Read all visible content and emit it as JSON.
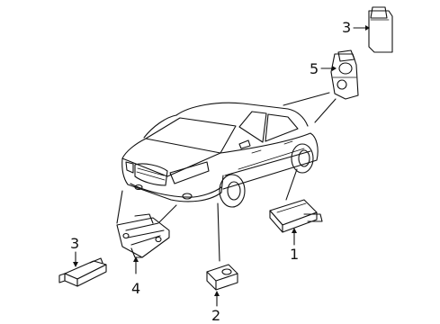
{
  "callouts": {
    "c1": "1",
    "c2": "2",
    "c3_top": "3",
    "c3_left": "3",
    "c4": "4",
    "c5": "5"
  },
  "parts": {
    "module": "part-1",
    "tpms_sensor": "part-2",
    "remote_top": "part-3",
    "remote_left": "part-3",
    "bracket": "part-4",
    "sensor_housing": "part-5"
  },
  "colors": {
    "line": "#111111",
    "background": "#ffffff"
  }
}
